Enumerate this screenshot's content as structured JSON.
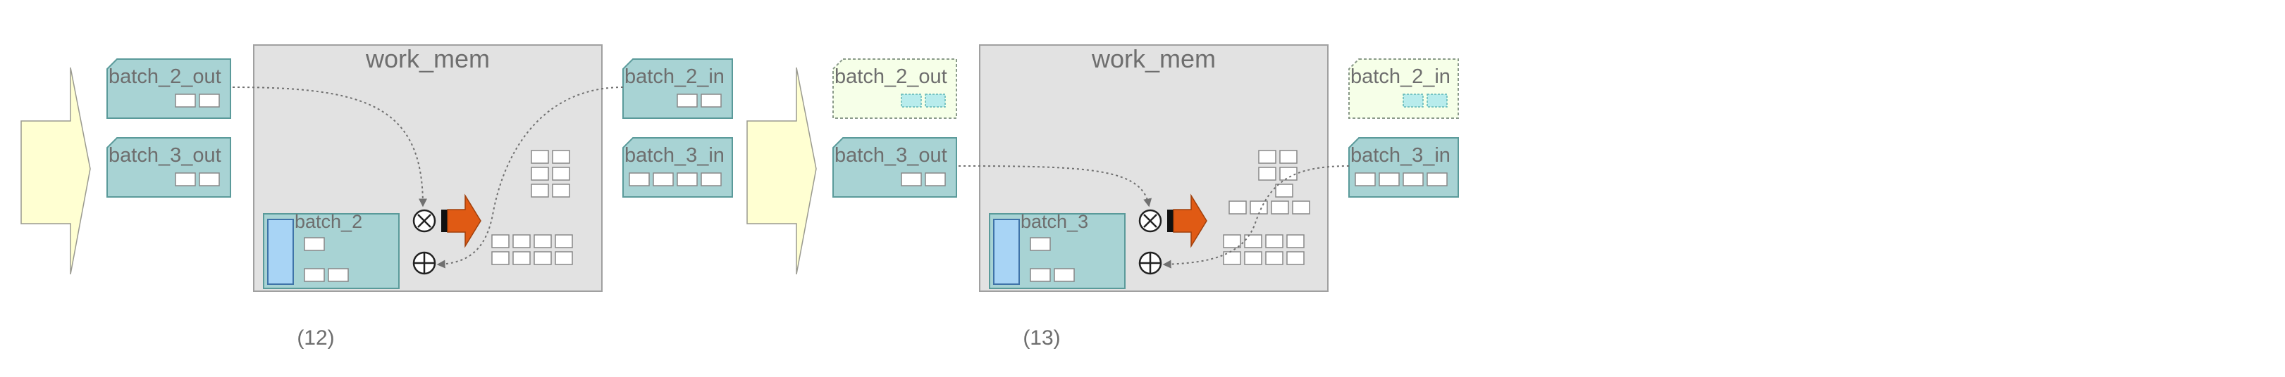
{
  "colors": {
    "teal": "#a8d3d4",
    "teal_stroke": "#5a9a9a",
    "work_fill": "#e2e2e2",
    "work_stroke": "#a0a0a0",
    "arrow_fill": "#ffffd2",
    "orange": "#e05a14",
    "blue": "#a8d4f5",
    "ghost_fill": "#f6ffe8",
    "ghost_stroke": "#8a9a8a",
    "text": "#6e6e6e"
  },
  "panels": [
    {
      "work_title": "work_mem",
      "left_buf_top": "batch_2_out",
      "left_buf_bottom": "batch_3_out",
      "right_buf_top": "batch_2_in",
      "right_buf_bottom": "batch_3_in",
      "batch_label": "batch_2",
      "caption": "(12)",
      "ghost_top": false
    },
    {
      "work_title": "work_mem",
      "left_buf_top": "batch_2_out",
      "left_buf_bottom": "batch_3_out",
      "right_buf_top": "batch_2_in",
      "right_buf_bottom": "batch_3_in",
      "batch_label": "batch_3",
      "caption": "(13)",
      "ghost_top": true
    }
  ],
  "icons": {
    "multiply": "multiply-icon",
    "add": "add-icon",
    "output_arrow": "orange-arrow-icon",
    "input_arrow": "input-chevron-icon"
  }
}
